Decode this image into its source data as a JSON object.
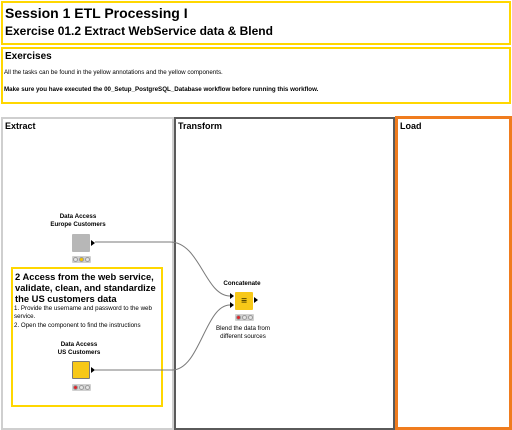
{
  "header": {
    "title": "Session 1 ETL Processing I",
    "subtitle": "Exercise 01.2 Extract WebService data & Blend"
  },
  "exercises": {
    "title": "Exercises",
    "line1": "All the tasks can be found in the yellow annotations and the yellow components.",
    "line2": "Make sure you have executed the 00_Setup_PostgreSQL_Database workflow before running this workflow."
  },
  "sections": {
    "extract": "Extract",
    "transform": "Transform",
    "load": "Load"
  },
  "access_annotation": {
    "title": "2 Access from the web service, validate, clean, and standardize the US customers data",
    "step1": "1. Provide the username and password to the web service.",
    "step2": "2. Open the component to find the instructions"
  },
  "nodes": {
    "europe": {
      "label": "Data Access\nEurope Customers",
      "label1": "Data Access",
      "label2": "Europe Customers",
      "status": "configured"
    },
    "us": {
      "label1": "Data Access",
      "label2": "US Customers",
      "status": "not-configured"
    },
    "concatenate": {
      "label": "Concatenate",
      "desc1": "Blend the data from",
      "desc2": "different sources",
      "status": "not-configured"
    }
  },
  "colors": {
    "annotation_yellow": "#ffd700",
    "extract_border": "#cfcfcf",
    "transform_border": "#5a5a5a",
    "load_border": "#f07c1e",
    "component_yellow": "#f7c818",
    "component_gray": "#b7b7b7",
    "status_red": "#e0242a",
    "status_yellow": "#f5c400"
  }
}
